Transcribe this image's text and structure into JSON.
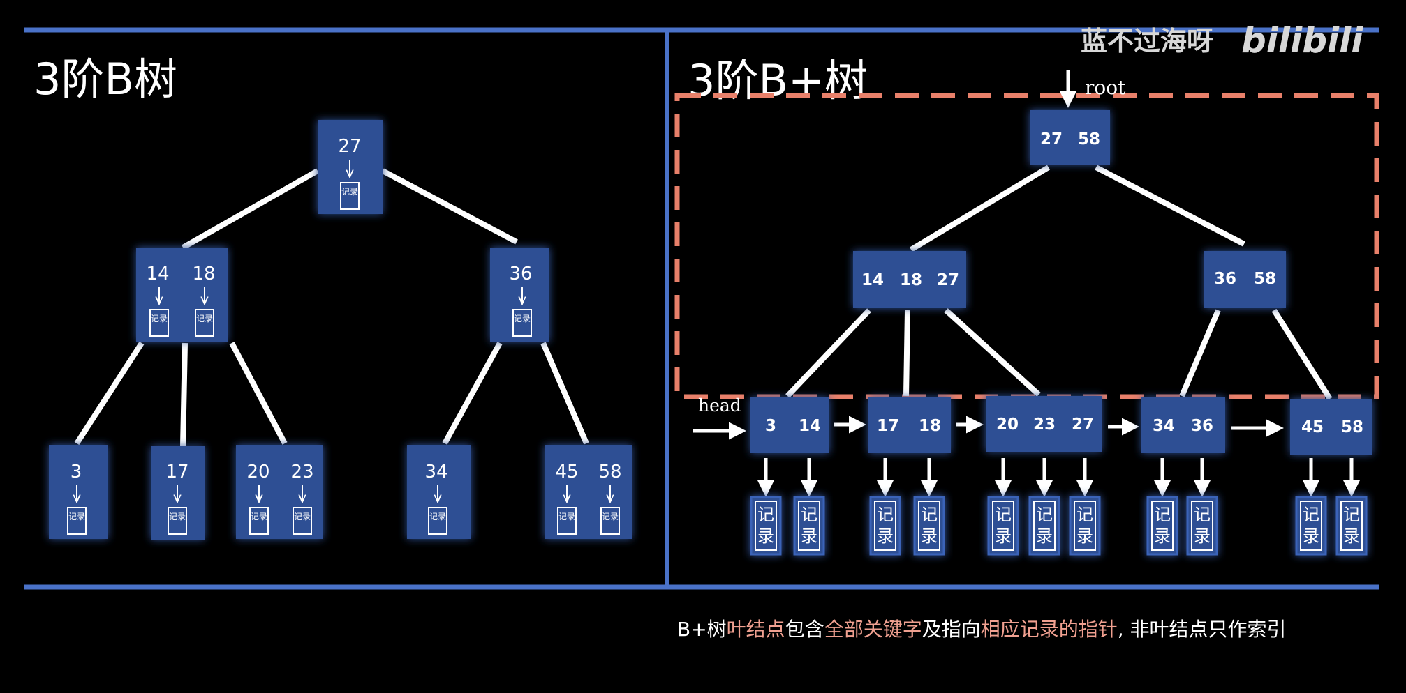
{
  "watermark": {
    "author": "蓝不过海呀",
    "logo": "bilibili"
  },
  "left_title": "3阶B树",
  "right_title": "3阶B+树",
  "btree": {
    "nodes": [
      {
        "id": "root",
        "keys": [
          "27"
        ],
        "record_label": "记录"
      },
      {
        "id": "l1",
        "keys": [
          "14",
          "18"
        ],
        "record_label": "记录"
      },
      {
        "id": "r1",
        "keys": [
          "36"
        ],
        "record_label": "记录"
      },
      {
        "id": "leaf1",
        "keys": [
          "3"
        ],
        "record_label": "记录"
      },
      {
        "id": "leaf2",
        "keys": [
          "17"
        ],
        "record_label": "记录"
      },
      {
        "id": "leaf3",
        "keys": [
          "20",
          "23"
        ],
        "record_label": "记录"
      },
      {
        "id": "leaf4",
        "keys": [
          "34"
        ],
        "record_label": "记录"
      },
      {
        "id": "leaf5",
        "keys": [
          "45",
          "58"
        ],
        "record_label": "记录"
      }
    ]
  },
  "bplustree": {
    "root_label": "root",
    "head_label": "head",
    "record_label": "记录",
    "internal": [
      {
        "id": "root",
        "keys": [
          "27",
          "58"
        ]
      },
      {
        "id": "i1",
        "keys": [
          "14",
          "18",
          "27"
        ]
      },
      {
        "id": "i2",
        "keys": [
          "36",
          "58"
        ]
      }
    ],
    "leaves": [
      {
        "id": "b1",
        "keys": [
          "3",
          "14"
        ]
      },
      {
        "id": "b2",
        "keys": [
          "17",
          "18"
        ]
      },
      {
        "id": "b3",
        "keys": [
          "20",
          "23",
          "27"
        ]
      },
      {
        "id": "b4",
        "keys": [
          "34",
          "36"
        ]
      },
      {
        "id": "b5",
        "keys": [
          "45",
          "58"
        ]
      }
    ]
  },
  "caption": {
    "segments": [
      {
        "text": "B+树",
        "color": "#ffffff"
      },
      {
        "text": "叶结点",
        "color": "#f0a090"
      },
      {
        "text": "包含",
        "color": "#ffffff"
      },
      {
        "text": "全部关键字",
        "color": "#f0a090"
      },
      {
        "text": "及指向",
        "color": "#ffffff"
      },
      {
        "text": "相应记录的指针",
        "color": "#f0a090"
      },
      {
        "text": ", 非叶结点只作索引",
        "color": "#ffffff"
      }
    ]
  },
  "colors": {
    "node": "#2d4f94",
    "node_glow": "#4a7de0",
    "frame_line": "#4a72c8",
    "dashed": "#e8806a",
    "highlight": "#f0a090"
  }
}
